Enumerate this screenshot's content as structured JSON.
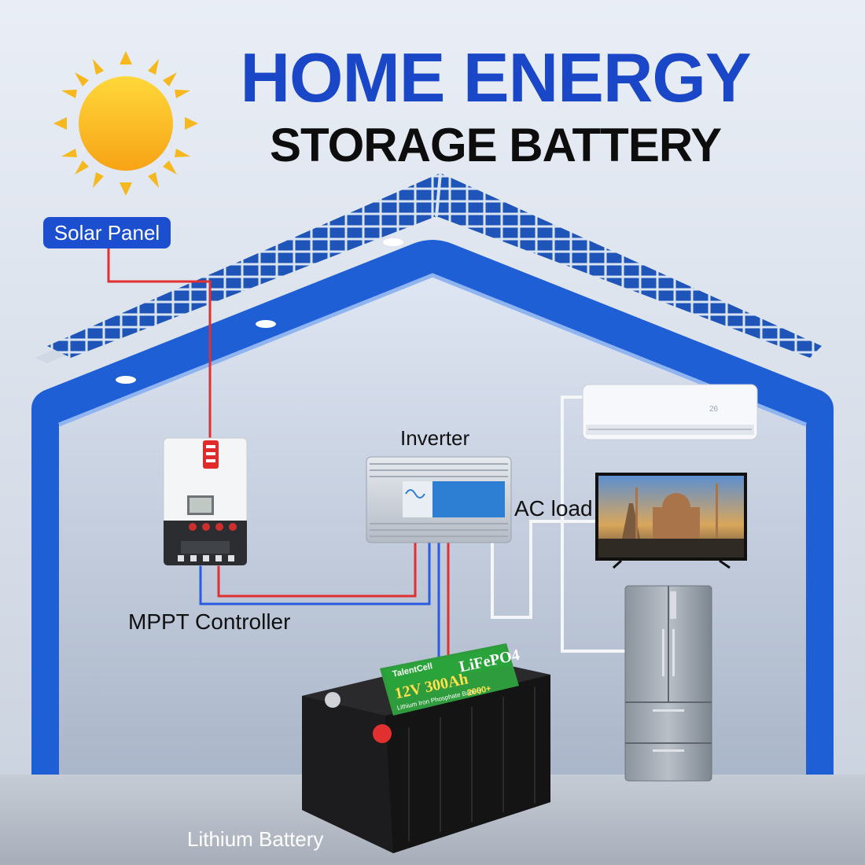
{
  "title": {
    "line1": "HOME ENERGY",
    "line2": "STORAGE BATTERY"
  },
  "labels": {
    "solar_panel": "Solar Panel",
    "inverter": "Inverter",
    "ac_load": "AC load",
    "mppt_controller": "MPPT Controller",
    "lithium_battery": "Lithium Battery"
  },
  "battery": {
    "brand": "TalentCell",
    "rating": "12V 300Ah",
    "chemistry": "LiFePO4",
    "subtitle": "Lithium Iron Phosphate Battery",
    "cycles": "2000+"
  },
  "air_conditioner": {
    "display": "26"
  },
  "colors": {
    "title_blue": "#1a47c8",
    "pill_blue": "#1b4fcf",
    "house_blue": "#1f5fd6",
    "wire_red": "#e23030",
    "wire_blue": "#2a5be0",
    "wire_white": "#f4f6f8"
  }
}
